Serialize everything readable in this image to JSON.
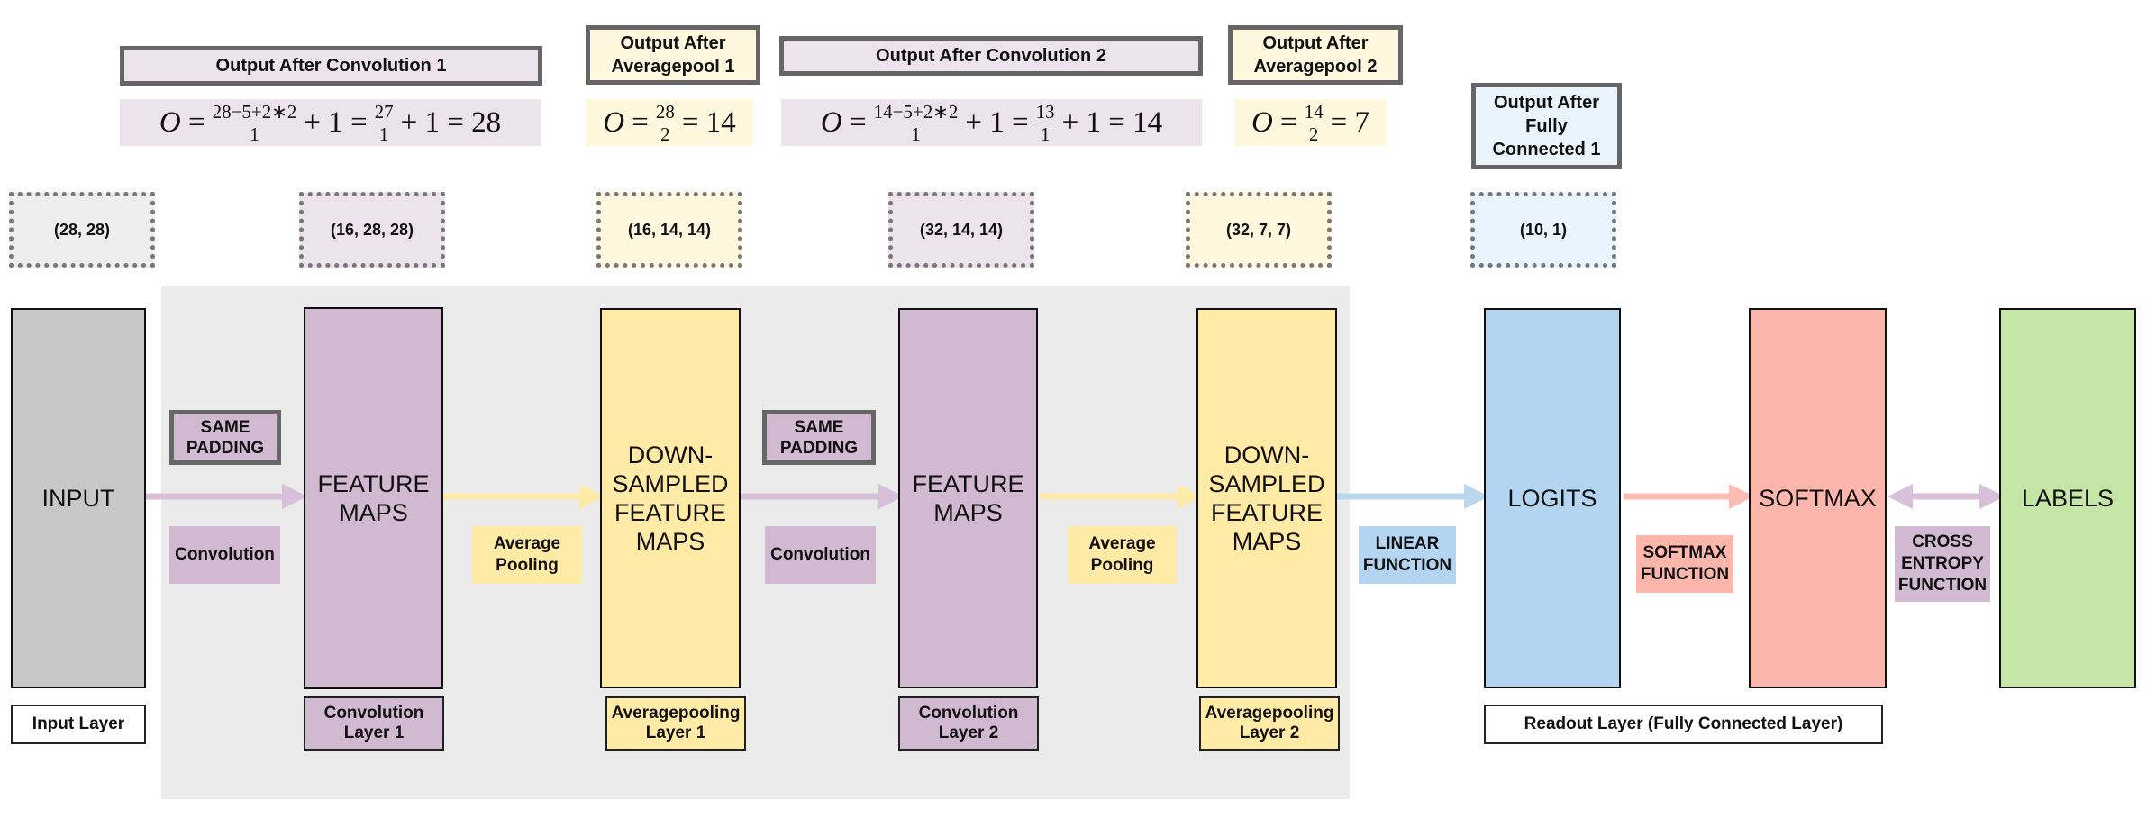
{
  "colors": {
    "purple": "#d1b9d1",
    "purple_light": "#ede3ec",
    "yellow": "#ffeaa6",
    "yellow_light": "#fff8de",
    "blue": "#b3d5f2",
    "blue_light": "#eaf4fc",
    "red": "#fdb6ac",
    "green": "#c5e6a6",
    "gray": "#c8c8c8",
    "gray_light": "#eeeeee",
    "arrow_purple": "#d8c0da",
    "arrow_yellow": "#ffeba8",
    "arrow_blue": "#b9d8ef",
    "arrow_red": "#fbbcb4"
  },
  "headers": {
    "conv1": "Output After Convolution 1",
    "pool1": "Output After Averagepool 1",
    "conv2": "Output After Convolution 2",
    "pool2": "Output After Averagepool 2",
    "fc1": "Output After Fully Connected 1"
  },
  "formulas": {
    "conv1": {
      "O": "O",
      "eq": "=",
      "num1": "28−5+2∗2",
      "den1": "1",
      "plus1": "+ 1 =",
      "num2": "27",
      "den2": "1",
      "tail": "+ 1 = 28"
    },
    "pool1": {
      "O": "O",
      "eq": "=",
      "num": "28",
      "den": "2",
      "tail": "= 14"
    },
    "conv2": {
      "O": "O",
      "eq": "=",
      "num1": "14−5+2∗2",
      "den1": "1",
      "plus1": "+ 1 =",
      "num2": "13",
      "den2": "1",
      "tail": "+ 1 = 14"
    },
    "pool2": {
      "O": "O",
      "eq": "=",
      "num": "14",
      "den": "2",
      "tail": "= 7"
    }
  },
  "shapes": {
    "input": "(28, 28)",
    "conv1": "(16, 28, 28)",
    "pool1": "(16, 14, 14)",
    "conv2": "(32, 14, 14)",
    "pool2": "(32, 7, 7)",
    "fc1": "(10, 1)"
  },
  "layers": {
    "input": "INPUT",
    "fmap1": "FEATURE MAPS",
    "ds1": "DOWN-SAMPLED FEATURE MAPS",
    "fmap2": "FEATURE MAPS",
    "ds2": "DOWN-SAMPLED FEATURE MAPS",
    "logits": "LOGITS",
    "softmax": "SOFTMAX",
    "labels": "LABELS"
  },
  "ops": {
    "same_padding_1": "SAME PADDING",
    "convolution_1": "Convolution",
    "average_pooling_1": "Average Pooling",
    "same_padding_2": "SAME PADDING",
    "convolution_2": "Convolution",
    "average_pooling_2": "Average Pooling",
    "linear": "LINEAR FUNCTION",
    "softmax_fn": "SOFTMAX FUNCTION",
    "cross_entropy": "CROSS ENTROPY FUNCTION"
  },
  "footers": {
    "input": "Input Layer",
    "conv1": "Convolution Layer 1",
    "pool1": "Averagepooling Layer 1",
    "conv2": "Convolution Layer 2",
    "pool2": "Averagepooling Layer 2",
    "readout": "Readout Layer (Fully Connected Layer)"
  }
}
